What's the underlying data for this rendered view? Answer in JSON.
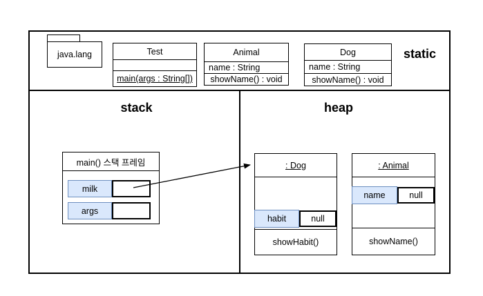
{
  "diagram": {
    "static_label": "static",
    "stack_label": "stack",
    "heap_label": "heap"
  },
  "package": {
    "name": "java.lang"
  },
  "static_classes": [
    {
      "title": "Test",
      "attributes": [
        ""
      ],
      "methods": [
        "main(args : String[])"
      ]
    },
    {
      "title": "Animal",
      "attributes": [
        "name : String"
      ],
      "methods": [
        "showName() : void"
      ]
    },
    {
      "title": "Dog",
      "attributes": [
        "name : String"
      ],
      "methods": [
        "showName() : void"
      ]
    }
  ],
  "stack": {
    "frame_title": "main() 스택 프레임",
    "variables": [
      {
        "name": "milk",
        "value": ""
      },
      {
        "name": "args",
        "value": ""
      }
    ]
  },
  "heap": {
    "objects": [
      {
        "title": ": Dog",
        "field_name": "habit",
        "field_value": "null",
        "method": "showHabit()"
      },
      {
        "title": ": Animal",
        "field_name": "name",
        "field_value": "null",
        "method": "showName()"
      }
    ]
  },
  "colors": {
    "cell_fill": "#dae8fc",
    "cell_border": "#6c8ebf",
    "line_color": "#000000"
  }
}
